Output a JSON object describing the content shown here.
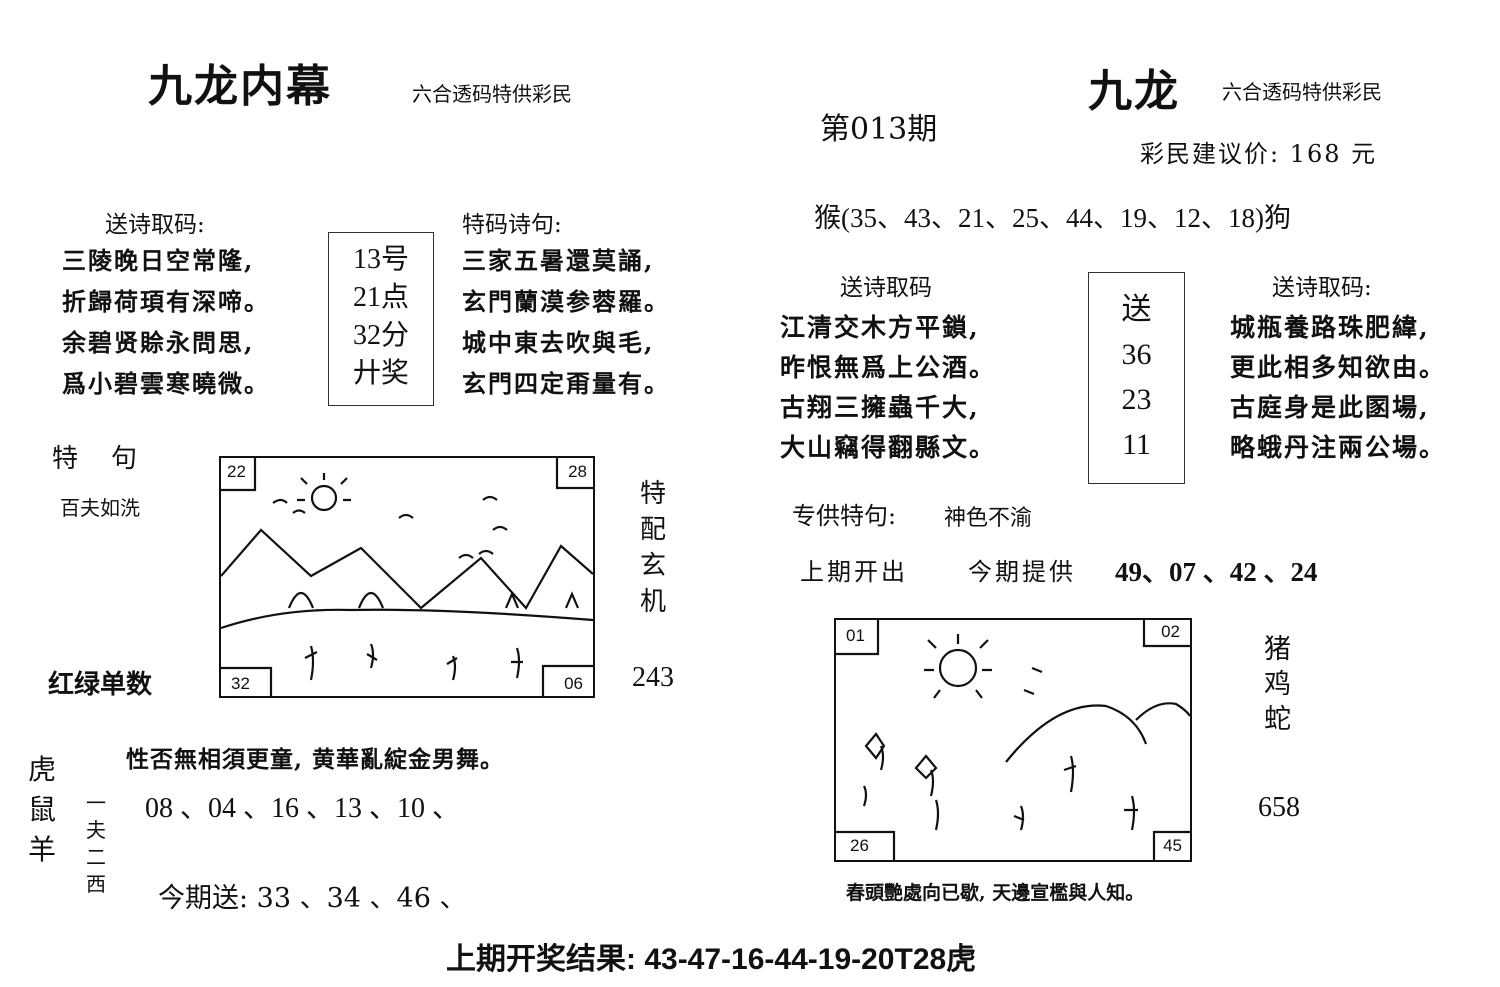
{
  "left": {
    "title": "九龙内幕",
    "subtitle": "六合透码特供彩民",
    "poem_header": "送诗取码:",
    "poem_lines": [
      "三陵晚日空常隆,",
      "折歸荷頊有深啼。",
      "余碧贤賒永問思,",
      "爲小碧雲寒曉微。"
    ],
    "box_lines": [
      "13号",
      "21点",
      "32分",
      "廾奖"
    ],
    "special_header": "特码诗句:",
    "special_lines": [
      "三家五暑還莫誦,",
      "玄門蘭漠参蓉羅。",
      "城中東去吹與毛,",
      "玄門四定甭量有。"
    ],
    "te_ju_label": "特    句",
    "te_ju_text": "百夫如洗",
    "red_green_label": "红绿单数",
    "pic_corners": [
      "22",
      "28",
      "32",
      "06"
    ],
    "side_vertical": [
      "特",
      "配",
      "玄",
      "机"
    ],
    "side_number": "243",
    "verse": "性否無相須更童, 黄華亂綻金男舞。",
    "zodiac_vertical": [
      "虎",
      "鼠",
      "羊"
    ],
    "small_vertical": [
      "一",
      "夫",
      "二",
      "西"
    ],
    "numbers_line": "08 、04 、16 、13 、10 、",
    "send_line": "今期送: 33 、34 、46 、"
  },
  "right": {
    "issue": "第013期",
    "title": "九龙",
    "subtitle": "六合透码特供彩民",
    "price": "彩民建议价: 168 元",
    "monkey_line": "猴(35、43、21、25、44、19、12、18)狗",
    "poem_header_1": "送诗取码",
    "poem_lines_1": [
      "江清交木方平鎖,",
      "昨恨無爲上公酒。",
      "古翔三擁蟲千大,",
      "大山竊得翻縣文。"
    ],
    "box_lines": [
      "送",
      "36",
      "23",
      "11"
    ],
    "poem_header_2": "送诗取码:",
    "poem_lines_2": [
      "城瓶養路珠肥緯,",
      "更此相多知欲由。",
      "古庭身是此圂場,",
      "略蛾丹注兩公場。"
    ],
    "zhuan_gong_label": "专供特句:",
    "zhuan_gong_text": "神色不渝",
    "last_period_label": "上期开出",
    "this_period_label": "今期提供",
    "this_period_numbers": "49、07 、42 、24",
    "pic_corners": [
      "01",
      "02",
      "26",
      "45"
    ],
    "side_vertical": [
      "猪",
      "鸡",
      "蛇"
    ],
    "side_number": "658",
    "caption": "春頭艷處向已歇, 天邊宣檻與人知。"
  },
  "footer": {
    "result": "上期开奖结果: 43-47-16-44-19-20T28虎"
  }
}
